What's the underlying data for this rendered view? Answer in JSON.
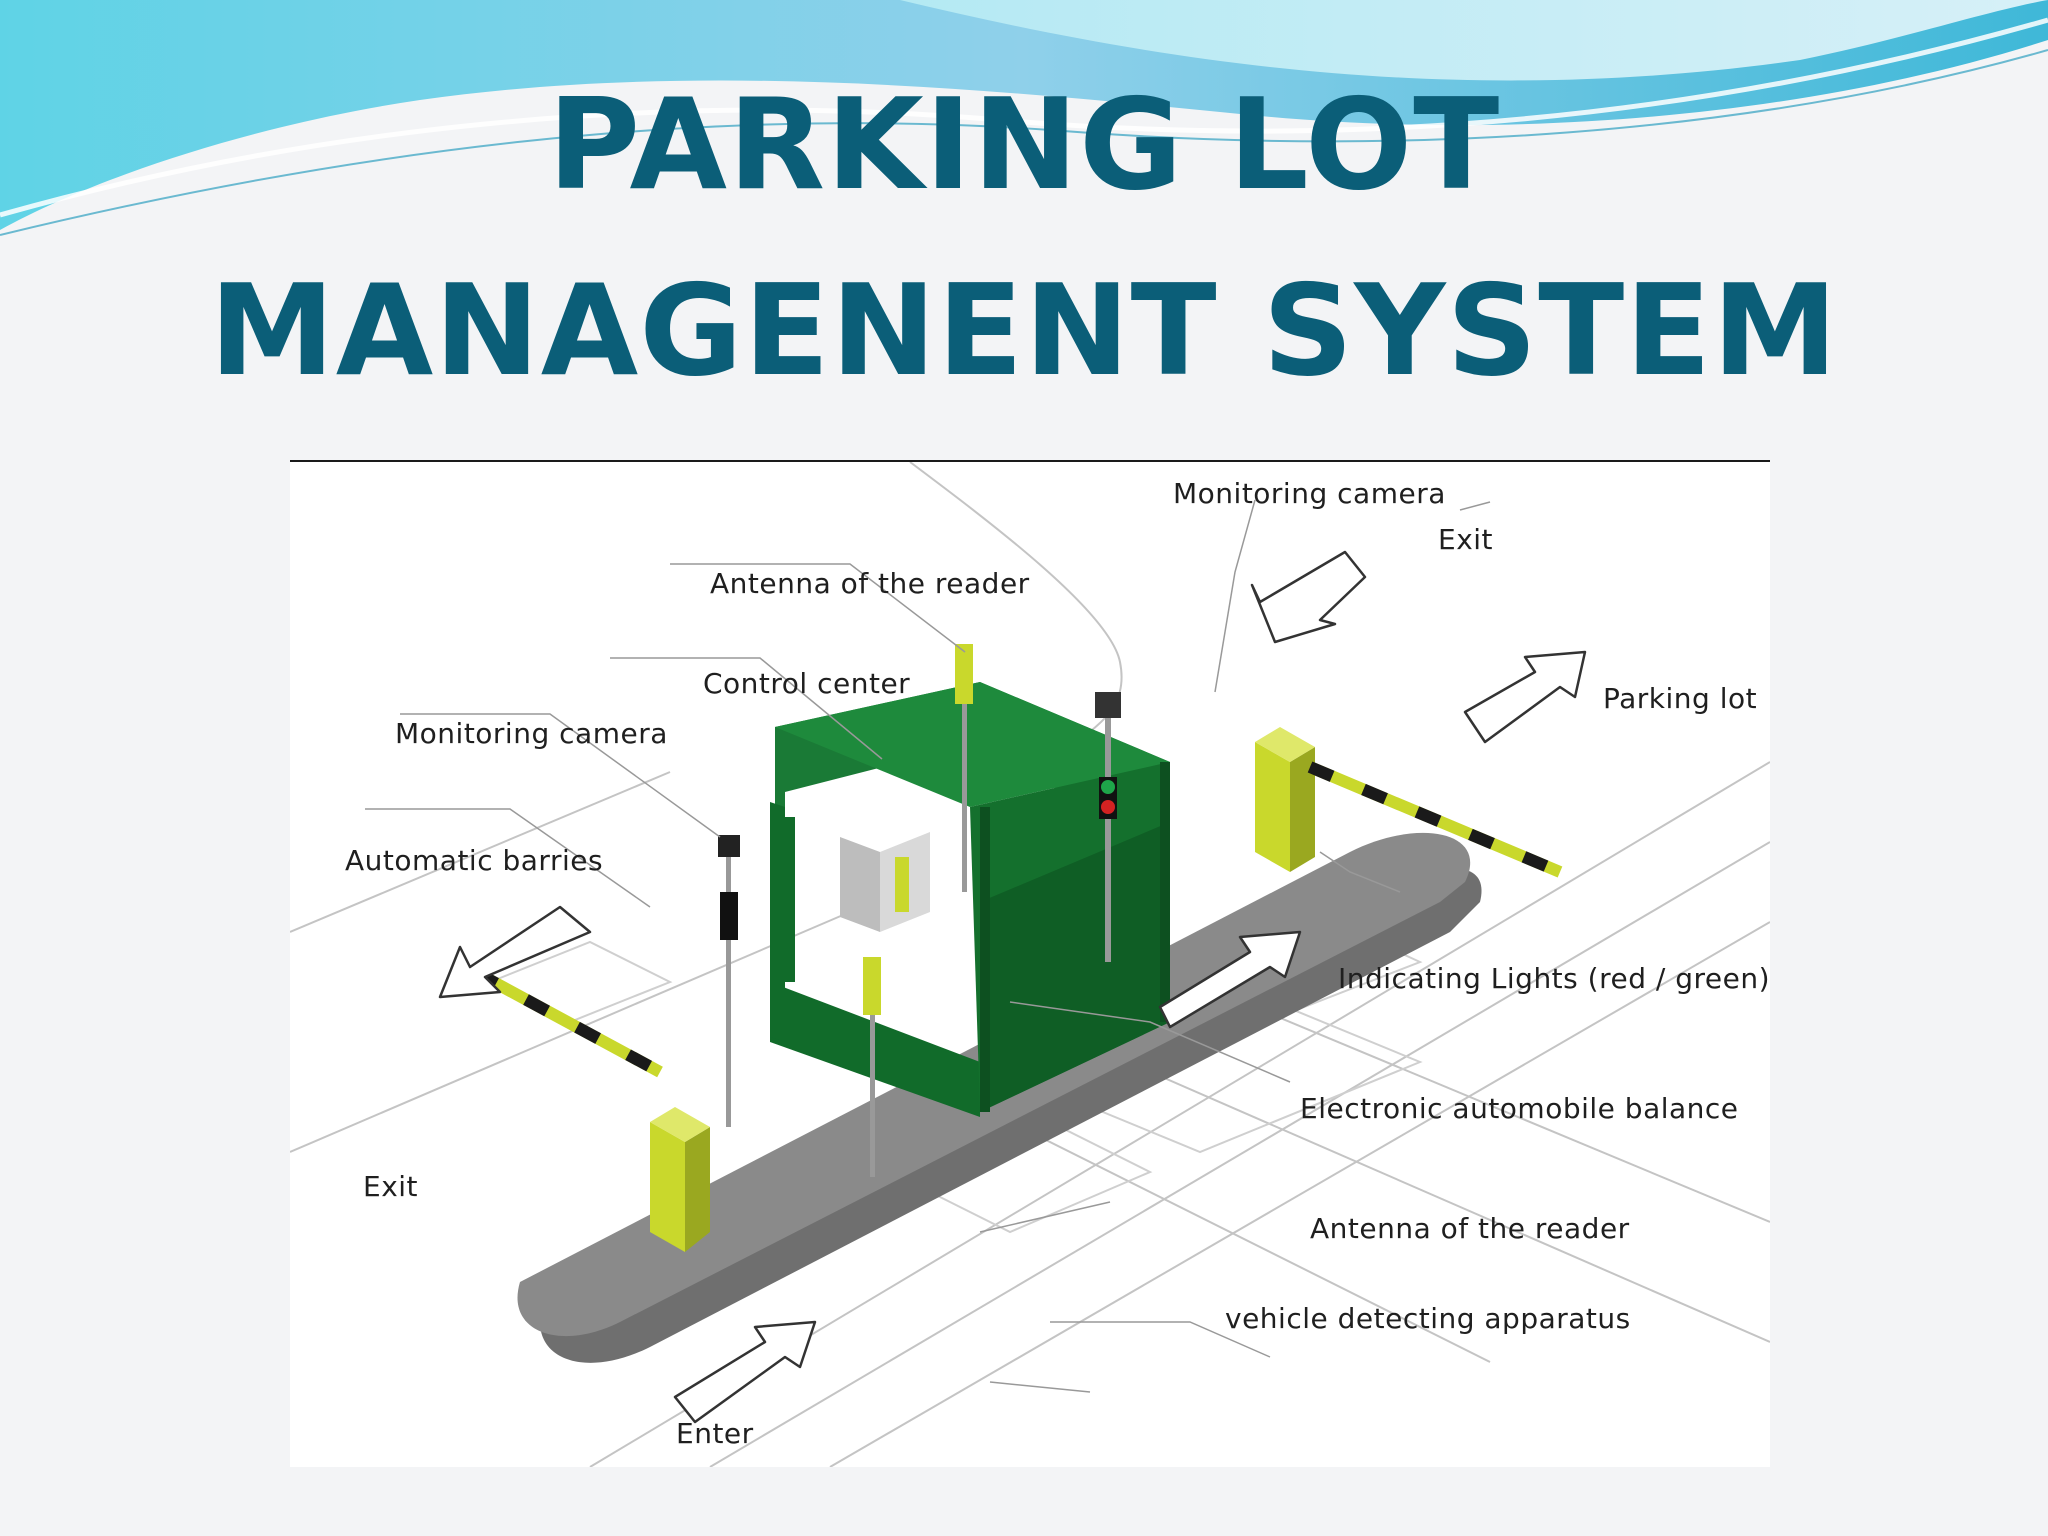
{
  "slide": {
    "title_line_1": "PARKING LOT",
    "title_line_2": "MANAGENENT SYSTEM",
    "title_color": "#0b5e78"
  },
  "diagram": {
    "callouts": {
      "monitoring_camera_top": "Monitoring camera",
      "exit_top": "Exit",
      "antenna_reader_top": "Antenna of the reader",
      "control_center": "Control center",
      "parking_lot": "Parking lot",
      "monitoring_camera_left": "Monitoring camera",
      "automatic_barries": "Automatic barries",
      "indicating_lights": "Indicating Lights (red / green)",
      "electronic_balance": "Electronic automobile balance",
      "exit_left": "Exit",
      "antenna_reader_bottom": "Antenna of the reader",
      "vehicle_detecting": "vehicle detecting apparatus",
      "enter": "Enter"
    },
    "colors": {
      "booth_green": "#116b2a",
      "barrier_yellow": "#c9d82c",
      "island_gray": "#8a8a8a",
      "line_gray": "#bdbdbd"
    }
  }
}
